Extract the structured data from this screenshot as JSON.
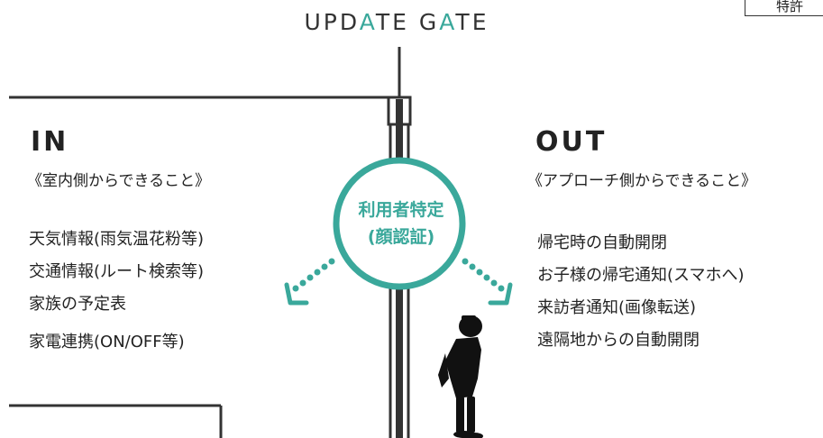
{
  "title": {
    "prefix": "UPD",
    "a1": "A",
    "middle": "TE G",
    "a2": "A",
    "suffix": "TE"
  },
  "patent_label": "特許",
  "center": {
    "line1": "利用者特定",
    "line2": "(顔認証)"
  },
  "inside": {
    "heading": "IN",
    "subtitle": "《室内側からできること》",
    "items": [
      "天気情報(雨気温花粉等)",
      "交通情報(ルート検索等)",
      "家族の予定表",
      "家電連携(ON/OFF等)"
    ]
  },
  "outside": {
    "heading": "OUT",
    "subtitle": "《アプローチ側からできること》",
    "items": [
      "帰宅時の自動開閉",
      "お子様の帰宅通知(スマホへ)",
      "来訪者通知(画像転送)",
      "遠隔地からの自動開閉"
    ]
  },
  "colors": {
    "accent": "#3aa89b",
    "line": "#333333",
    "text": "#222222"
  },
  "icons": [
    "dotted-arrow-left-icon",
    "dotted-arrow-right-icon",
    "child-silhouette-icon"
  ]
}
